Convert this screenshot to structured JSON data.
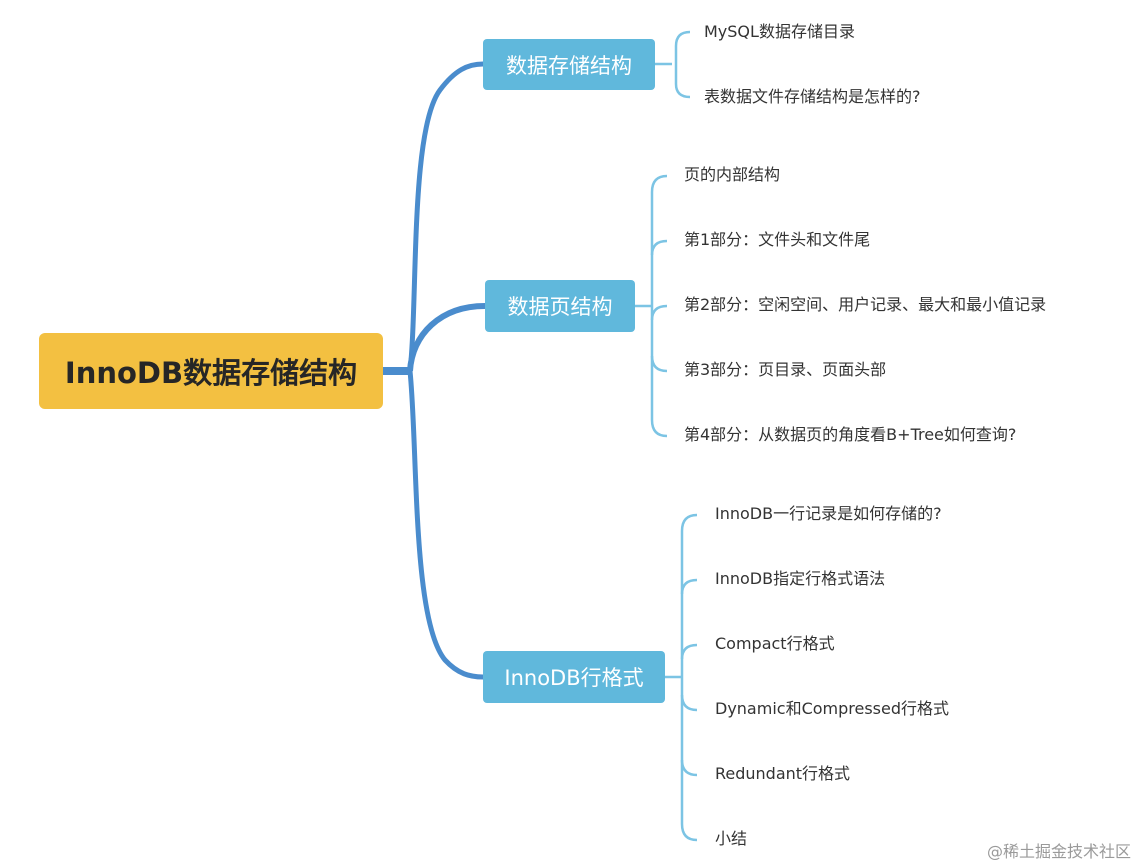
{
  "colors": {
    "root_fill": "#f3c041",
    "branch_fill": "#60b8dc",
    "trunk_line": "#4a8ccd",
    "leaf_line": "#7cc4e4"
  },
  "mindmap": {
    "root": "InnoDB数据存储结构",
    "branches": [
      {
        "label": "数据存储结构",
        "children": [
          "MySQL数据存储目录",
          "表数据文件存储结构是怎样的?"
        ]
      },
      {
        "label": "数据页结构",
        "children": [
          "页的内部结构",
          "第1部分：文件头和文件尾",
          "第2部分：空闲空间、用户记录、最大和最小值记录",
          "第3部分：页目录、页面头部",
          "第4部分：从数据页的角度看B+Tree如何查询?"
        ]
      },
      {
        "label": "InnoDB行格式",
        "children": [
          "InnoDB一行记录是如何存储的?",
          "InnoDB指定行格式语法",
          "Compact行格式",
          "Dynamic和Compressed行格式",
          "Redundant行格式",
          "小结"
        ]
      }
    ]
  },
  "watermark": "@稀土掘金技术社区"
}
